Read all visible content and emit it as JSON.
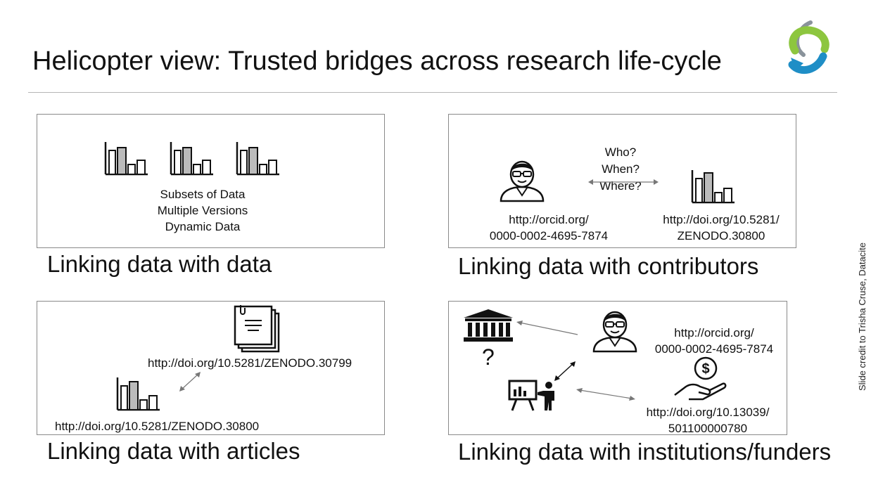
{
  "title": "Helicopter view: Trusted bridges across research life-cycle",
  "logo_icon": "circular-arrows-logo",
  "colors": {
    "logo_green": "#8dc63f",
    "logo_blue": "#1f8ec6",
    "logo_gray": "#7a8590"
  },
  "credit": "Slide credit to Trisha Cruse, Datacite",
  "panels": {
    "data": {
      "caption": "Linking data with data",
      "lines": [
        "Subsets of Data",
        "Multiple Versions",
        "Dynamic Data"
      ],
      "icons": [
        "bar-chart-icon",
        "bar-chart-icon",
        "bar-chart-icon"
      ]
    },
    "contributors": {
      "caption": "Linking data with contributors",
      "questions": [
        "Who?",
        "When?",
        "Where?"
      ],
      "orcid_line1": "http://orcid.org/",
      "orcid_line2": "0000-0002-4695-7874",
      "doi_line1": "http://doi.org/10.5281/",
      "doi_line2": "ZENODO.30800",
      "icons": [
        "person-icon",
        "bar-chart-icon",
        "double-arrow-icon"
      ]
    },
    "articles": {
      "caption": "Linking data with articles",
      "article_doi": "http://doi.org/10.5281/ZENODO.30799",
      "data_doi": "http://doi.org/10.5281/ZENODO.30800",
      "icons": [
        "document-stack-icon",
        "bar-chart-icon",
        "double-arrow-icon"
      ]
    },
    "institutions": {
      "caption": "Linking data with institutions/funders",
      "question_mark": "?",
      "orcid_line1": "http://orcid.org/",
      "orcid_line2": "0000-0002-4695-7874",
      "doi_line1": "http://doi.org/10.13039/",
      "doi_line2": "501100000780",
      "dollar": "$",
      "icons": [
        "institution-icon",
        "person-icon",
        "presenter-icon",
        "money-hand-icon"
      ]
    }
  }
}
